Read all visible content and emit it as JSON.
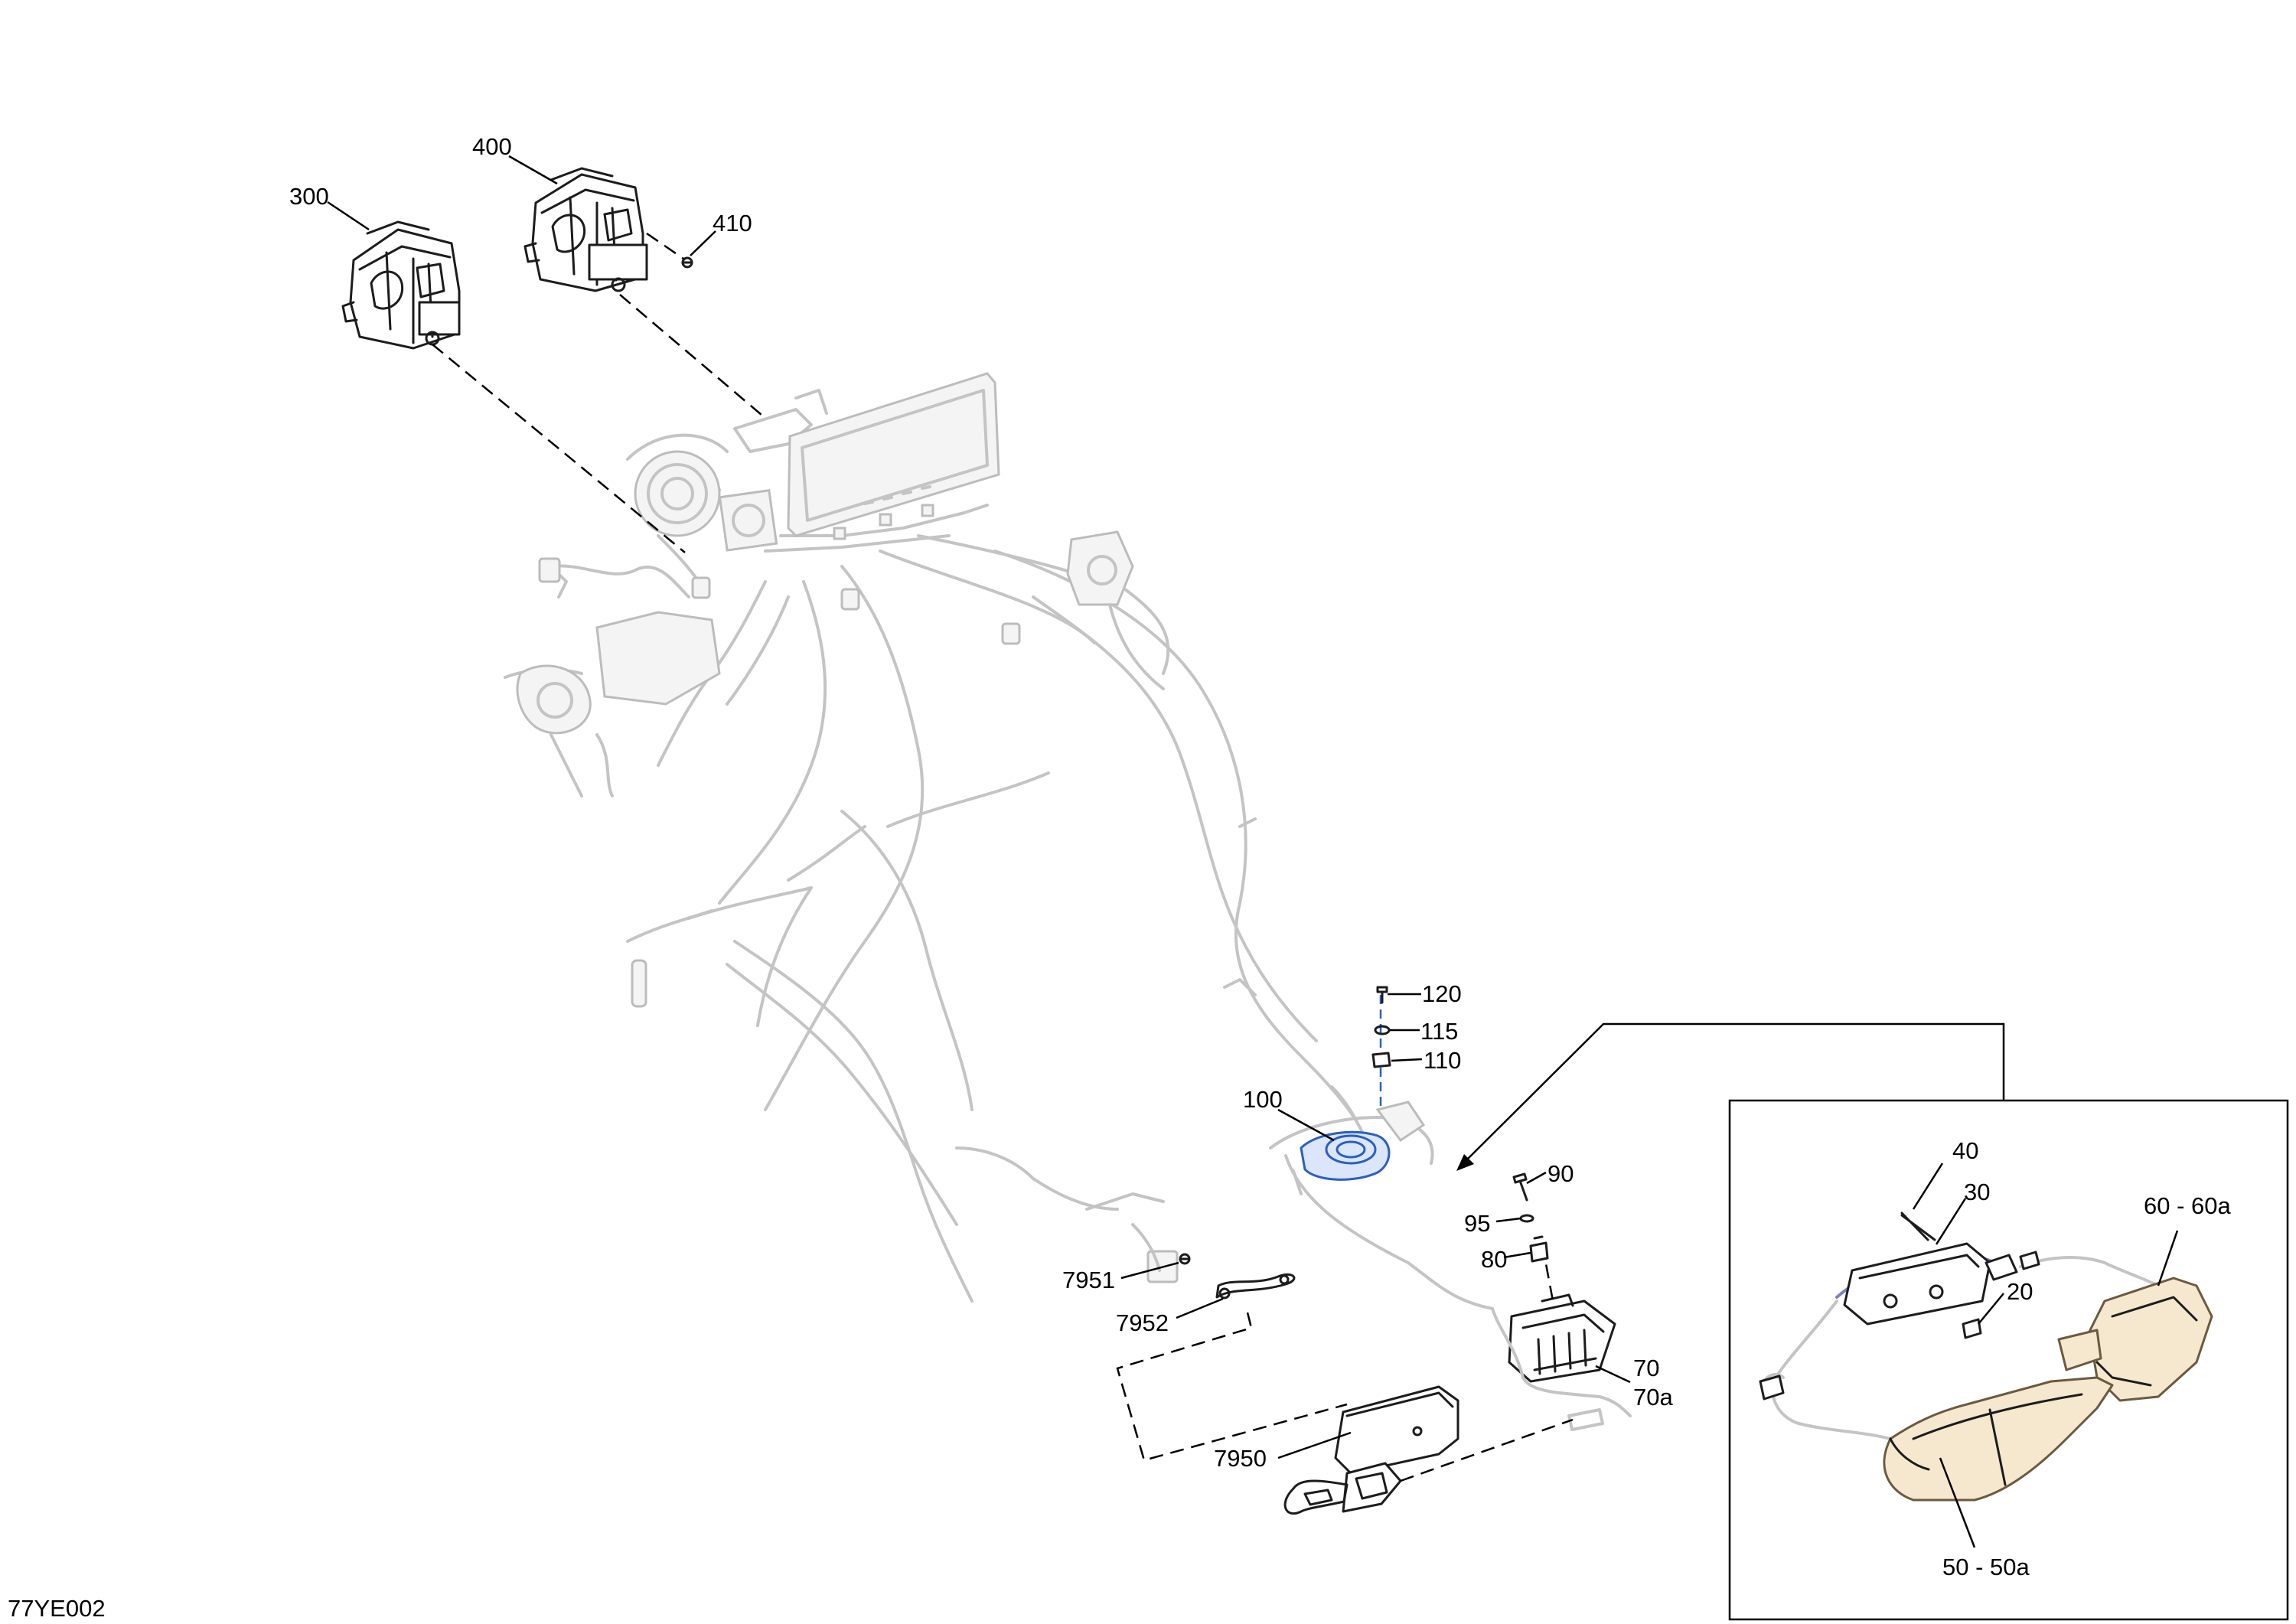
{
  "diagram_code": "77YE002",
  "callouts": {
    "c300": "300",
    "c400": "400",
    "c410": "410",
    "c120": "120",
    "c115": "115",
    "c110": "110",
    "c100": "100",
    "c90": "90",
    "c95": "95",
    "c80": "80",
    "c70": "70",
    "c70a": "70a",
    "c7951": "7951",
    "c7952": "7952",
    "c7950": "7950",
    "c40": "40",
    "c30": "30",
    "c20": "20",
    "c60": "60 - 60a",
    "c50": "50 - 50a"
  },
  "colors": {
    "highlight": "#2a5fc2",
    "key_fob": "#f6e7cf",
    "harness": "#c4c4c4"
  },
  "icons": [
    "module-300-icon",
    "module-400-icon",
    "display-screen-icon",
    "speaker-icon",
    "wiring-harness-icon",
    "key-fob-icon",
    "antenna-icon",
    "bracket-icon",
    "screw-icon"
  ]
}
